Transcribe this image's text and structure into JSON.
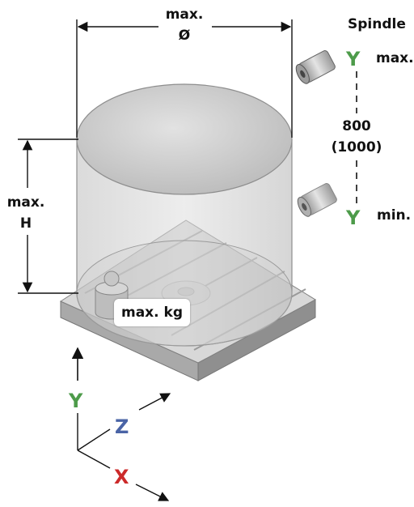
{
  "labels": {
    "diameter_line1": "max.",
    "diameter_line2": "Ø",
    "spindle": "Spindle",
    "spindle_max": "max.",
    "spindle_min": "min.",
    "travel_line1": "800",
    "travel_line2": "(1000)",
    "height_line1": "max.",
    "height_line2": "H",
    "weight": "max. kg"
  },
  "axes": {
    "y_top": "Y",
    "y_bottom": "Y",
    "y_coord": "Y",
    "z_coord": "Z",
    "x_coord": "X"
  },
  "colors": {
    "y_axis": "#4d9b4a",
    "z_axis": "#4a64a6",
    "x_axis": "#cc2a2a",
    "dimension_line": "#111111",
    "table_fill": "#d6d6d6",
    "cylinder_fill": "#c9c9c9"
  },
  "icons": {
    "spindle_top": "spindle-icon",
    "spindle_bottom": "spindle-icon",
    "workpiece": "weight-block-icon"
  }
}
